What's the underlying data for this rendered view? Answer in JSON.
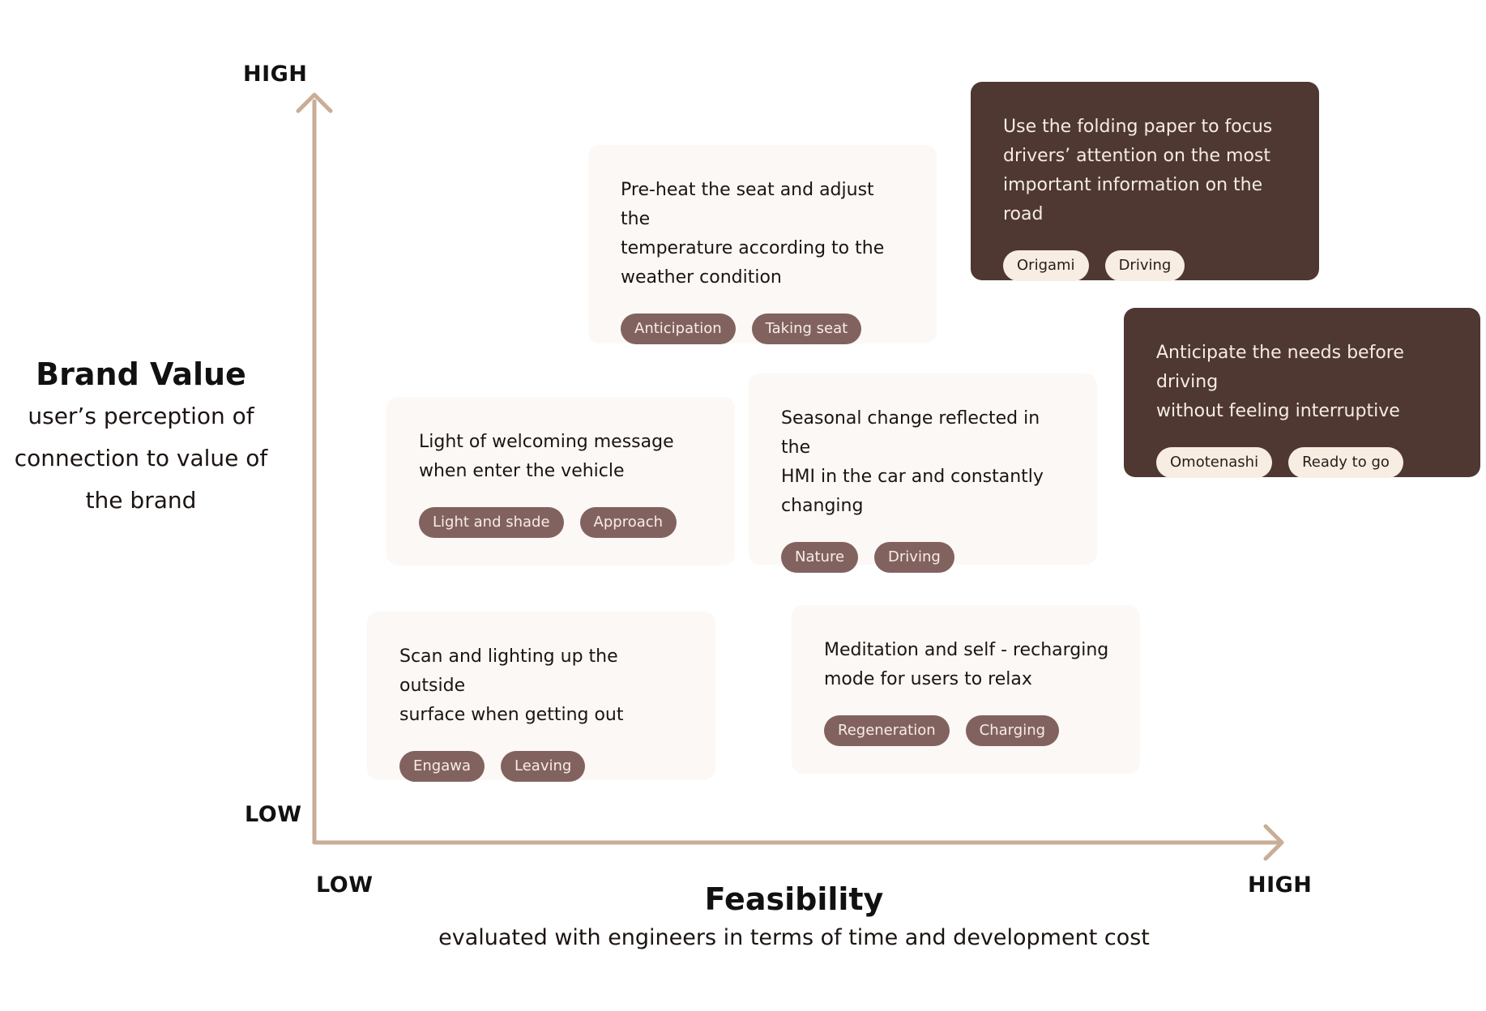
{
  "y_axis": {
    "high_label": "HIGH",
    "low_label": "LOW",
    "title": "Brand Value",
    "subtitle_lines": [
      "user’s perception of",
      "connection to value of",
      "the brand"
    ]
  },
  "x_axis": {
    "low_label": "LOW",
    "high_label": "HIGH",
    "title": "Feasibility",
    "subtitle": "evaluated with engineers in terms of time and development cost"
  },
  "colors": {
    "axis": "#c9ad95",
    "card_light": "#fcf8f5",
    "card_dark": "#4f3832",
    "tag_on_light": "#82625f",
    "tag_on_dark": "#f7ede3"
  },
  "cards": [
    {
      "id": "preheat",
      "style": "light",
      "lines": [
        "Pre-heat the seat and adjust the",
        "temperature according to the",
        "weather condition"
      ],
      "tags": [
        "Anticipation",
        "Taking seat"
      ]
    },
    {
      "id": "origami",
      "style": "dark",
      "lines": [
        "Use the folding paper to focus",
        "drivers’ attention on the most",
        "important information on the road"
      ],
      "tags": [
        "Origami",
        "Driving"
      ]
    },
    {
      "id": "omotenashi",
      "style": "dark",
      "lines": [
        "Anticipate the needs before driving",
        "without feeling interruptive"
      ],
      "tags": [
        "Omotenashi",
        "Ready to go"
      ]
    },
    {
      "id": "welcome",
      "style": "light",
      "lines": [
        "Light of welcoming message",
        "when enter the vehicle"
      ],
      "tags": [
        "Light and shade",
        "Approach"
      ]
    },
    {
      "id": "seasonal",
      "style": "light",
      "lines": [
        "Seasonal change reflected in the",
        "HMI in the car and constantly",
        "changing"
      ],
      "tags": [
        "Nature",
        "Driving"
      ]
    },
    {
      "id": "scan",
      "style": "light",
      "lines": [
        "Scan and lighting up the outside",
        "surface when getting out"
      ],
      "tags": [
        "Engawa",
        "Leaving"
      ]
    },
    {
      "id": "meditation",
      "style": "light",
      "lines": [
        "Meditation and self - recharging",
        "mode for users to relax"
      ],
      "tags": [
        "Regeneration",
        "Charging"
      ]
    }
  ]
}
